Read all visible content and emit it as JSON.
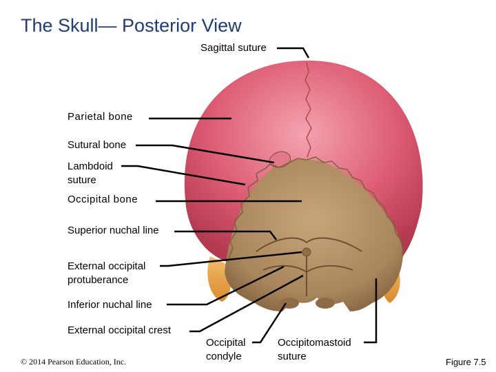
{
  "title": "The Skull— Posterior View",
  "labels": {
    "sagittal_suture": "Sagittal suture",
    "parietal_bone": "Parietal bone",
    "sutural_bone": "Sutural bone",
    "lambdoid_suture": "Lambdoid\nsuture",
    "occipital_bone": "Occipital bone",
    "superior_nuchal_line": "Superior nuchal line",
    "external_occipital_protuberance": "External occipital\nprotuberance",
    "inferior_nuchal_line": "Inferior nuchal line",
    "external_occipital_crest": "External occipital crest",
    "occipital_condyle": "Occipital\ncondyle",
    "occipitomastoid_suture": "Occipitomastoid\nsuture"
  },
  "copyright": "© 2014 Pearson Education, Inc.",
  "figure_label": "Figure 7.5",
  "colors": {
    "title": "#1f3d6e",
    "parietal": "#d9566e",
    "occipital": "#a8855c",
    "temporal": "#e8a54a"
  }
}
